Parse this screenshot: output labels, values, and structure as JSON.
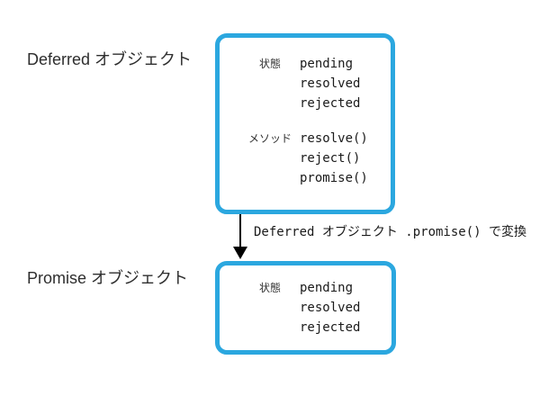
{
  "colors": {
    "accent": "#2ba7df",
    "text": "#1a1a1a",
    "arrow": "#000000",
    "background": "#ffffff"
  },
  "deferred": {
    "title": "Deferred オブジェクト",
    "state_label": "状態",
    "states": [
      "pending",
      "resolved",
      "rejected"
    ],
    "method_label": "メソッド",
    "methods": [
      "resolve()",
      "reject()",
      "promise()"
    ]
  },
  "arrow_caption": "Deferred オブジェクト .promise() で変換",
  "promise": {
    "title": "Promise オブジェクト",
    "state_label": "状態",
    "states": [
      "pending",
      "resolved",
      "rejected"
    ]
  }
}
